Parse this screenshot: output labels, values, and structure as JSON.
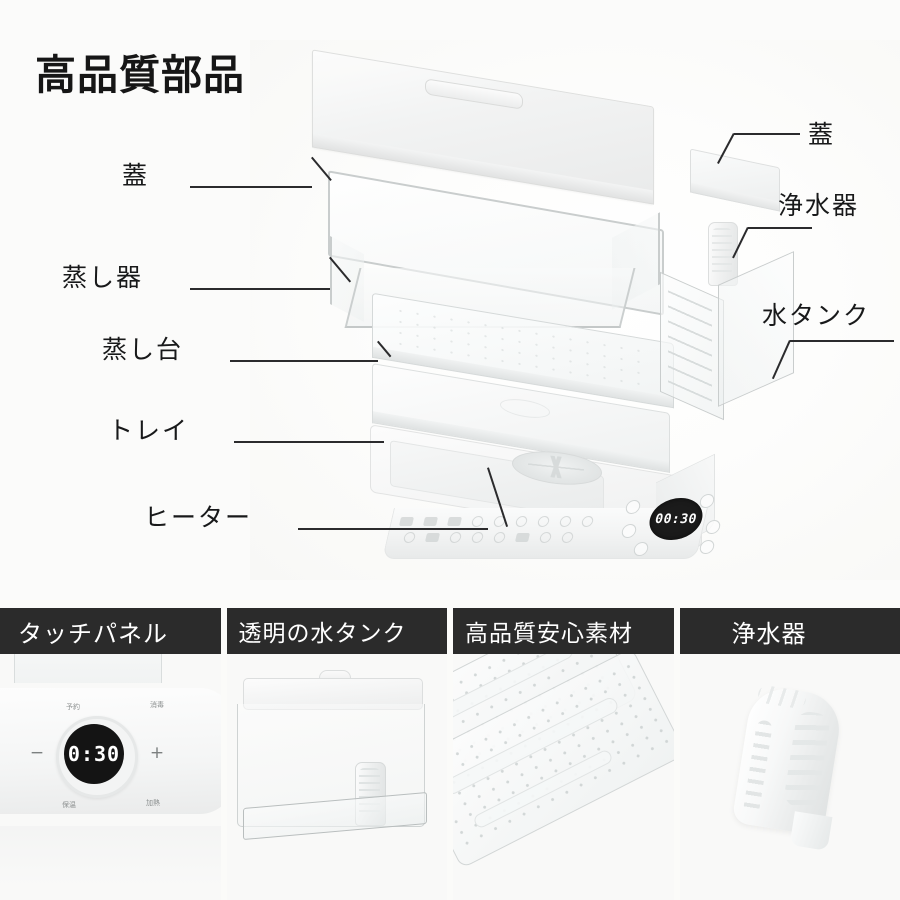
{
  "header": {
    "title": "高品質部品"
  },
  "callouts": {
    "left": [
      {
        "label": "蓋",
        "name": "callout-lid"
      },
      {
        "label": "蒸し器",
        "name": "callout-steamer"
      },
      {
        "label": "蒸し台",
        "name": "callout-steam-rack"
      },
      {
        "label": "トレイ",
        "name": "callout-tray"
      },
      {
        "label": "ヒーター",
        "name": "callout-heater"
      }
    ],
    "right": [
      {
        "label": "蓋",
        "name": "callout-tank-lid"
      },
      {
        "label": "浄水器",
        "name": "callout-water-purifier"
      },
      {
        "label": "水タンク",
        "name": "callout-water-tank"
      }
    ]
  },
  "device": {
    "display_value": "00:30",
    "touch_panel_display": "0:30",
    "panel_buttons": {
      "reserve": "予約",
      "plus": "+",
      "minus": "−",
      "keep_warm": "保温",
      "heat": "加熱",
      "sterilize": "消毒"
    }
  },
  "feature_panels": [
    {
      "title": "タッチパネル",
      "name": "panel-touch-panel"
    },
    {
      "title": "透明の水タンク",
      "name": "panel-clear-water-tank"
    },
    {
      "title": "高品質安心素材",
      "name": "panel-safe-material"
    },
    {
      "title": "浄水器",
      "name": "panel-water-purifier"
    }
  ],
  "colors": {
    "background": "#fbfbf9",
    "header_bar": "#2b2b2b",
    "text": "#18191a",
    "leader_line": "#2b2b2d",
    "led_screen": "#1b1b1b"
  }
}
